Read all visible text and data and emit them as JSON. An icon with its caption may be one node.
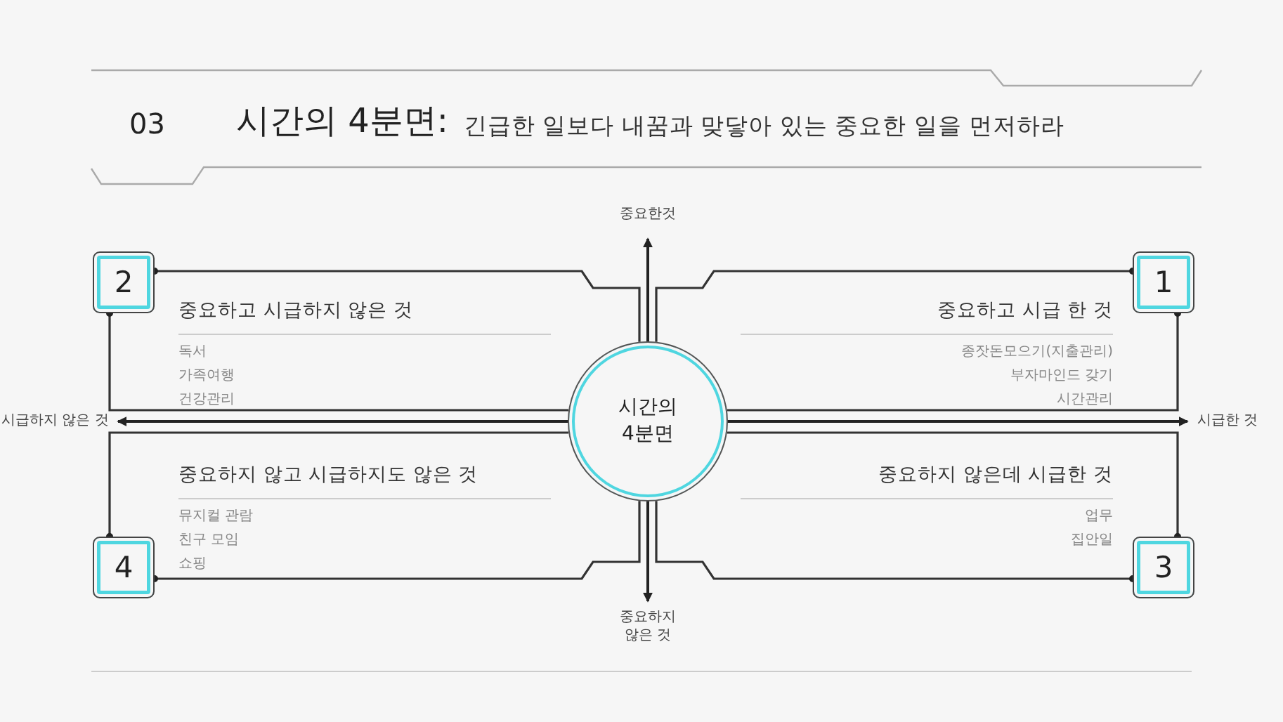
{
  "diagram": {
    "title": "시간의 4분면:",
    "nodes": [
      {
        "text": [
          "2"
        ]
      },
      {
        "text": [
          "1"
        ]
      },
      {
        "text": [
          "시간의 4분면"
        ]
      },
      {
        "text": [
          "4"
        ]
      },
      {
        "text": [
          "3"
        ]
      }
    ],
    "edges": [
      {
        "from": 0,
        "to": 2,
        "arrow": "other"
      },
      {
        "from": 0,
        "to": 2,
        "arrow": "other"
      },
      {
        "from": 1,
        "to": 2,
        "arrow": "other"
      },
      {
        "from": 1,
        "to": 2,
        "arrow": "other"
      },
      {
        "from": 3,
        "to": 2,
        "arrow": "other"
      },
      {
        "from": 3,
        "to": 2,
        "arrow": "other"
      },
      {
        "from": 4,
        "to": 2,
        "arrow": "other"
      },
      {
        "from": 4,
        "to": 2,
        "arrow": "other"
      }
    ],
    "labels": [
      "03",
      "긴급한 일보다 내꿈과 맞닿아 있는 중요한 일을 먼저하라",
      "중요한것",
      "중요하고 시급하지 않은 것",
      "독서",
      "가족여행",
      "건강관리",
      "중요하고 시급 한 것",
      "종잣돈모으기(지출관리)",
      "부자마인드 갖기",
      "시간관리",
      "시급하지 않은 것",
      "시급한 것",
      "중요하지 않고 시급하지도 않은 것",
      "뮤지컬 관람",
      "친구 모임",
      "쇼핑",
      "중요하지 않은데 시급한 것",
      "업무",
      "집안일",
      "중요하지 않은 것"
    ]
  }
}
